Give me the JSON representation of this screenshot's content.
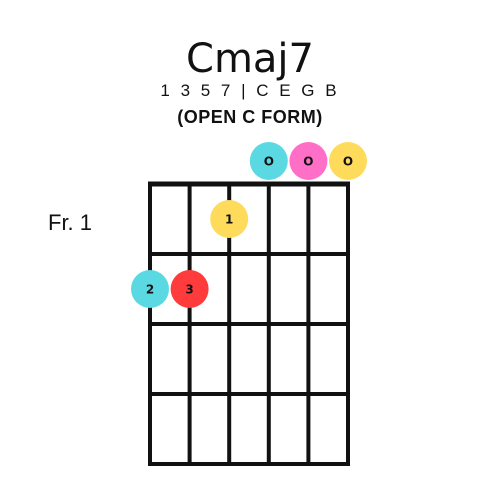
{
  "chord": {
    "name": "Cmaj7",
    "notes_line": "1 3 5 7 | C E G B",
    "form_label": "(OPEN C FORM)",
    "fret_label": "Fr. 1"
  },
  "open_markers": [
    {
      "string": 4,
      "label": "O",
      "color": "#5BD9E3"
    },
    {
      "string": 5,
      "label": "O",
      "color": "#FF6EC7"
    },
    {
      "string": 6,
      "label": "O",
      "color": "#FFDB5C"
    }
  ],
  "fingers": [
    {
      "string": 3,
      "fret": 1,
      "label": "1",
      "color": "#FFDB5C"
    },
    {
      "string": 1,
      "fret": 2,
      "label": "2",
      "color": "#5BD9E3"
    },
    {
      "string": 2,
      "fret": 2,
      "label": "3",
      "color": "#FF3B3B"
    }
  ],
  "board": {
    "strings": 6,
    "frets": 4
  }
}
